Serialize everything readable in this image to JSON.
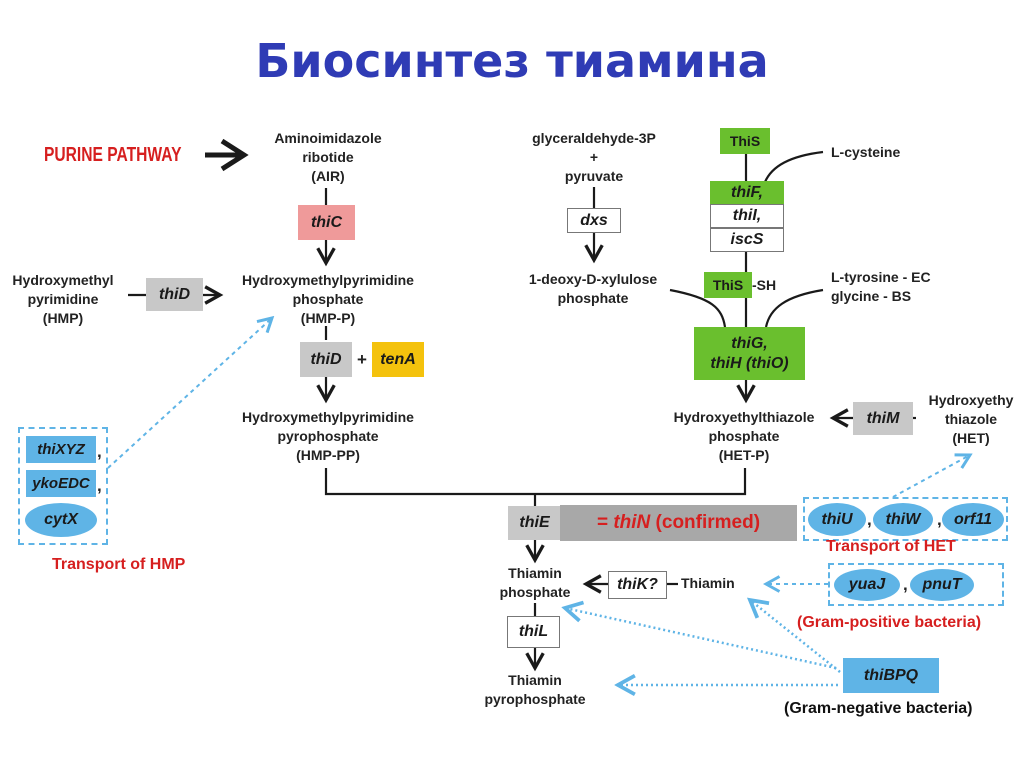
{
  "title": "Биосинтез тиамина",
  "purine_pathway": "PURINE PATHWAY",
  "labels": {
    "air": [
      "Aminoimidazole",
      "ribotide",
      "(AIR)"
    ],
    "hmp_p": [
      "Hydroxymethylpyrimidine",
      "phosphate",
      "(HMP-P)"
    ],
    "hmp": [
      "Hydroxymethyl",
      "pyrimidine",
      "(HMP)"
    ],
    "hmp_pp": [
      "Hydroxymethylpyrimidine",
      "pyrophosphate",
      "(HMP-PP)"
    ],
    "g3p": [
      "glyceraldehyde-3P",
      "+",
      "pyruvate"
    ],
    "dxp": [
      "1-deoxy-D-xylulose",
      "phosphate"
    ],
    "cysteine": "L-cysteine",
    "tyrosine": [
      "L-tyrosine - EC",
      "glycine - BS"
    ],
    "this_sh_suffix": "-SH",
    "het_p": [
      "Hydroxyethylthiazole",
      "phosphate",
      "(HET-P)"
    ],
    "het": [
      "Hydroxyethy",
      "thiazole",
      "(HET)"
    ],
    "thiamin_p": [
      "Thiamin",
      "phosphate"
    ],
    "thiamin": "Thiamin",
    "thiamin_pp": [
      "Thiamin",
      "pyrophosphate"
    ]
  },
  "enzymes": {
    "thiC": "thiC",
    "thiD_1": "thiD",
    "thiD_2": "thiD",
    "plus": "+",
    "tenA": "tenA",
    "dxs": "dxs",
    "ThiS": "ThiS",
    "thiF": "thiF,",
    "thiI": "thiI,",
    "iscS": "iscS",
    "ThiS_sh": "ThiS",
    "thiG": "thiG,",
    "thiH": "thiH (thiO)",
    "thiM": "thiM",
    "thiE": "thiE",
    "thiK": "thiK?",
    "thiL": "thiL",
    "thiBPQ": "thiBPQ"
  },
  "confirmed": {
    "prefix": "= ",
    "gene": "thiN",
    "suffix": " (confirmed)"
  },
  "transport_hmp": {
    "items": [
      "thiXYZ",
      "ykoEDC",
      "cytX"
    ],
    "separator": ",",
    "label": "Transport of HMP"
  },
  "transport_het": {
    "items": [
      "thiU",
      "thiW",
      "orf11"
    ],
    "separator": ",",
    "label": "Transport of HET"
  },
  "gram_positive": {
    "items": [
      "yuaJ",
      "pnuT"
    ],
    "separator": ",",
    "label": "(Gram-positive bacteria)"
  },
  "gram_negative": {
    "label": "(Gram-negative bacteria)"
  },
  "colors": {
    "title": "#2f3bb5",
    "red": "#d61f1f",
    "gray": "#c8c8c8",
    "pink": "#ef9a9a",
    "yellow": "#f4c20d",
    "green": "#6abf2e",
    "cyan": "#5fb4e6"
  }
}
